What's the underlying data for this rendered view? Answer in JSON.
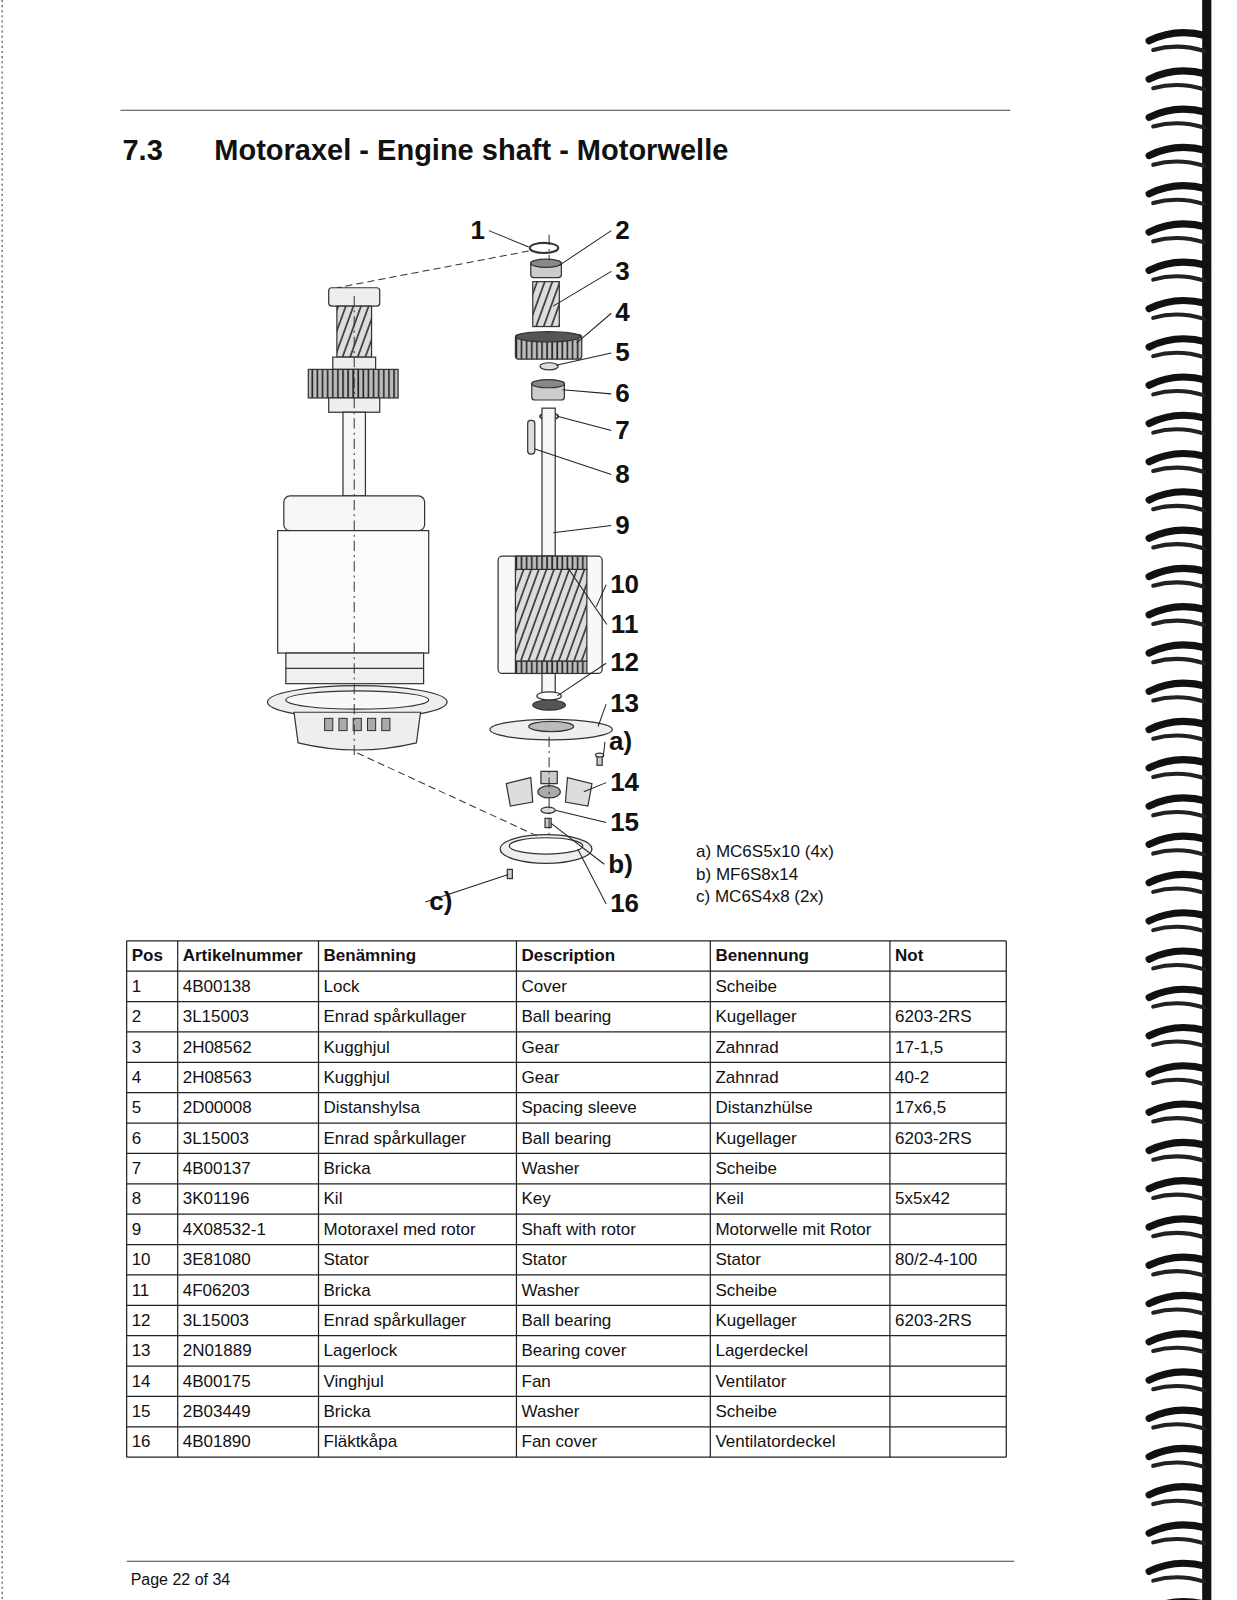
{
  "diagram": {
    "title": "Motoraxel - Engine shaft - Motorwelle",
    "labels": [
      "7.3",
      "1",
      "2",
      "3",
      "4",
      "5",
      "6",
      "7",
      "8",
      "9",
      "10",
      "11",
      "12",
      "13",
      "a)",
      "14",
      "15",
      "b)",
      "16",
      "c)",
      "a) MC6S5x10 (4x)",
      "b) MF6S8x14",
      "c) MC6S4x8 (2x)",
      "Pos",
      "Artikelnummer",
      "Benämning",
      "Description",
      "Benennung",
      "Not",
      "1",
      "4B00138",
      "Lock",
      "Cover",
      "Scheibe",
      "2",
      "3L15003",
      "Enrad spårkullager",
      "Ball bearing",
      "Kugellager",
      "6203-2RS",
      "3",
      "2H08562",
      "Kugghjul",
      "Gear",
      "Zahnrad",
      "17-1,5",
      "4",
      "2H08563",
      "Kugghjul",
      "Gear",
      "Zahnrad",
      "40-2",
      "5",
      "2D00008",
      "Distanshylsa",
      "Spacing sleeve",
      "Distanzhülse",
      "17x6,5",
      "6",
      "3L15003",
      "Enrad spårkullager",
      "Ball bearing",
      "Kugellager",
      "6203-2RS",
      "7",
      "4B00137",
      "Bricka",
      "Washer",
      "Scheibe",
      "8",
      "3K01196",
      "Kil",
      "Key",
      "Keil",
      "5x5x42",
      "9",
      "4X08532-1",
      "Motoraxel med rotor",
      "Shaft with rotor",
      "Motorwelle mit Rotor",
      "10",
      "3E81080",
      "Stator",
      "Stator",
      "Stator",
      "80/2-4-100",
      "11",
      "4F06203",
      "Bricka",
      "Washer",
      "Scheibe",
      "12",
      "3L15003",
      "Enrad spårkullager",
      "Ball bearing",
      "Kugellager",
      "6203-2RS",
      "13",
      "2N01889",
      "Lagerlock",
      "Bearing cover",
      "Lagerdeckel",
      "14",
      "4B00175",
      "Vinghjul",
      "Fan",
      "Ventilator",
      "15",
      "2B03449",
      "Bricka",
      "Washer",
      "Scheibe",
      "16",
      "4B01890",
      "Fläktkåpa",
      "Fan cover",
      "Ventilatordeckel",
      "Page 22 of 34"
    ]
  }
}
